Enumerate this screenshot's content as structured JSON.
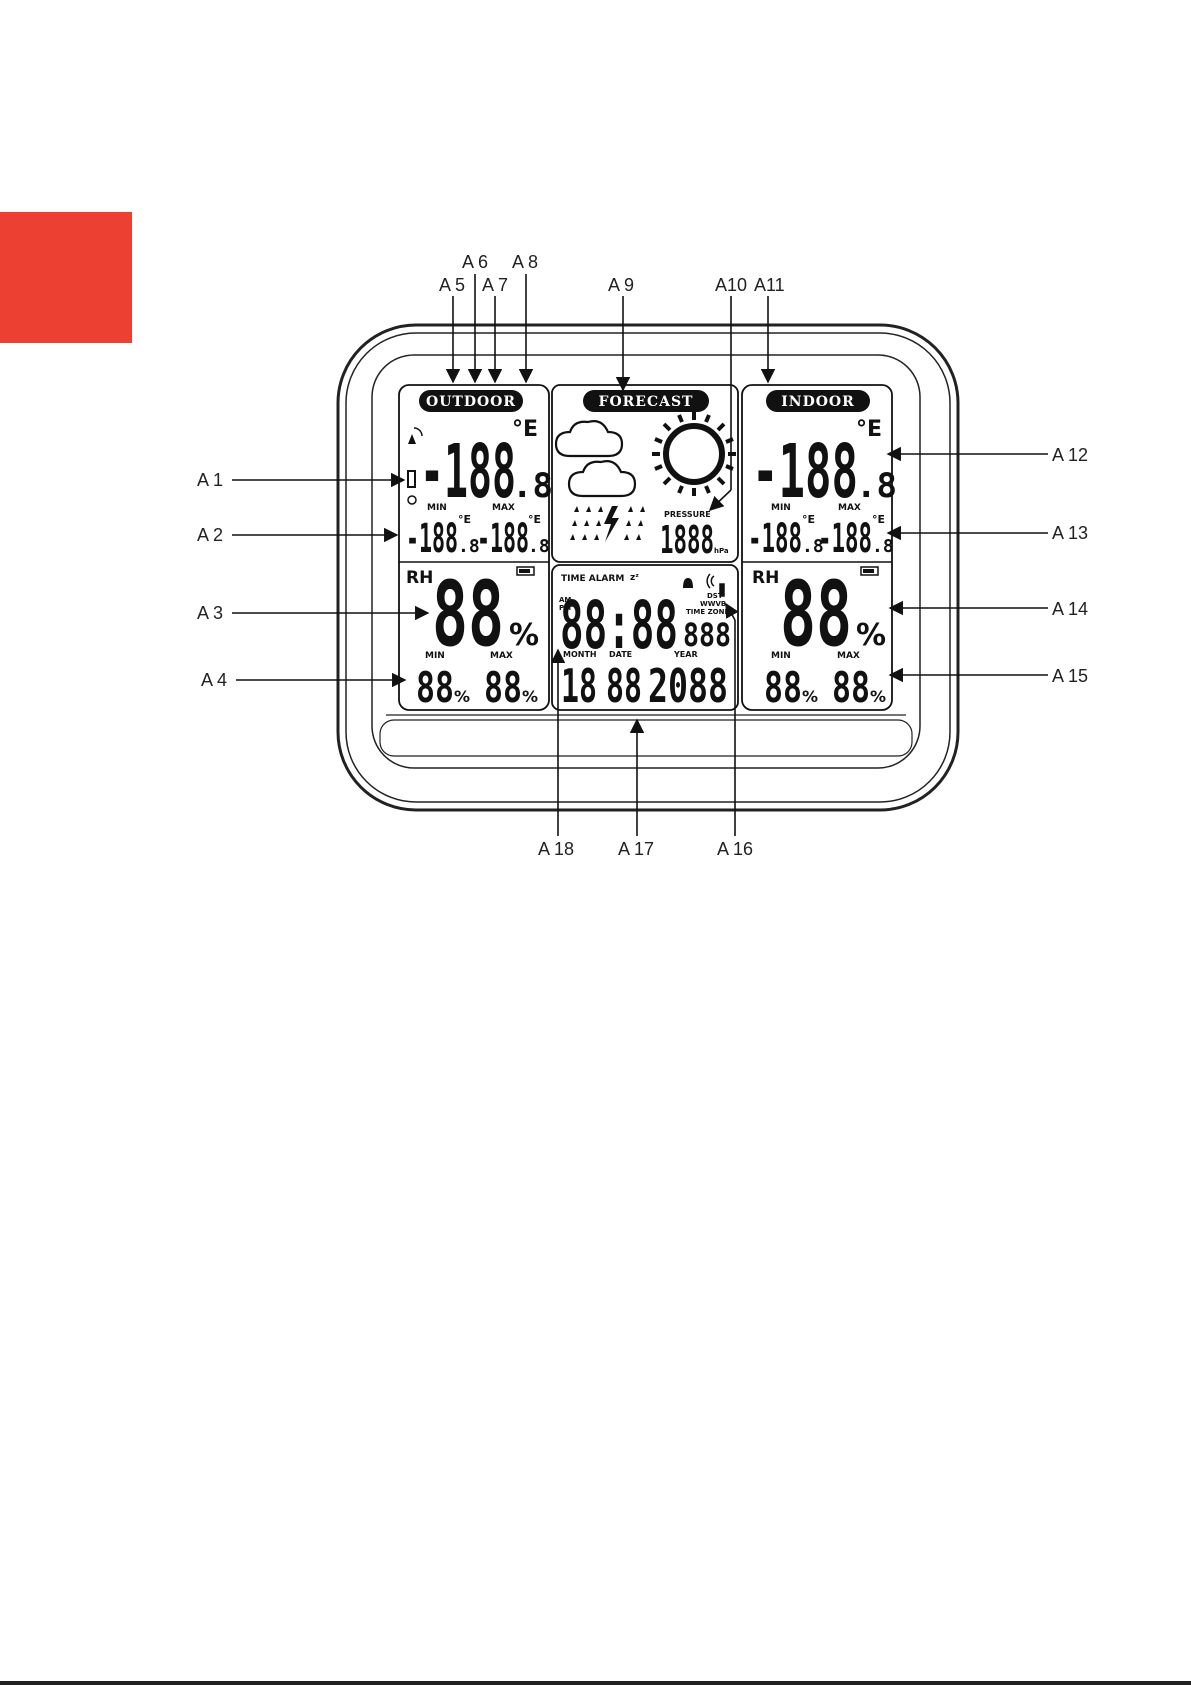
{
  "callouts": {
    "A1": "A 1",
    "A2": "A 2",
    "A3": "A 3",
    "A4": "A 4",
    "A5": "A 5",
    "A6": "A 6",
    "A7": "A 7",
    "A8": "A 8",
    "A9": "A 9",
    "A10": "A10",
    "A11": "A11",
    "A12": "A 12",
    "A13": "A 13",
    "A14": "A 14",
    "A15": "A 15",
    "A16": "A 16",
    "A17": "A 17",
    "A18": "A 18"
  },
  "outdoor": {
    "title": "OUTDOOR",
    "temp": "-188",
    "temp_dec": ".8",
    "unit": "°E",
    "min_label": "MIN",
    "max_label": "MAX",
    "min_temp": "-188",
    "min_dec": ".8",
    "max_temp": "-188",
    "max_dec": ".8",
    "rh_label": "RH",
    "rh": "88",
    "pct": "%",
    "rh_min": "88",
    "rh_max": "88"
  },
  "forecast": {
    "title": "FORECAST",
    "pressure_label": "PRESSURE",
    "pressure": "1888",
    "pressure_unit": "hPa"
  },
  "indoor": {
    "title": "INDOOR",
    "temp": "-188",
    "temp_dec": ".8",
    "unit": "°E",
    "min_label": "MIN",
    "max_label": "MAX",
    "min_temp": "-188",
    "min_dec": ".8",
    "max_temp": "-188",
    "max_dec": ".8",
    "rh_label": "RH",
    "rh": "88",
    "pct": "%",
    "rh_min": "88",
    "rh_max": "88"
  },
  "clock": {
    "mode_label": "TIME ALARM",
    "zz": "zᶻ",
    "am": "AM",
    "pm": "PM",
    "time": "88:88",
    "dst": "DST",
    "wwvb": "WWVB",
    "tz_label": "TIME ZONE",
    "tz": "888",
    "month_label": "MONTH",
    "date_label": "DATE",
    "year_label": "YEAR",
    "month": "18",
    "date": "88",
    "year": "2088"
  },
  "colors": {
    "accent": "#ec4032",
    "ink": "#111111"
  },
  "icons": [
    "antenna-icon",
    "battery-icon",
    "bell-icon",
    "cloud-icon",
    "sun-icon",
    "rain-icon",
    "lightning-icon",
    "radio-signal-icon"
  ]
}
